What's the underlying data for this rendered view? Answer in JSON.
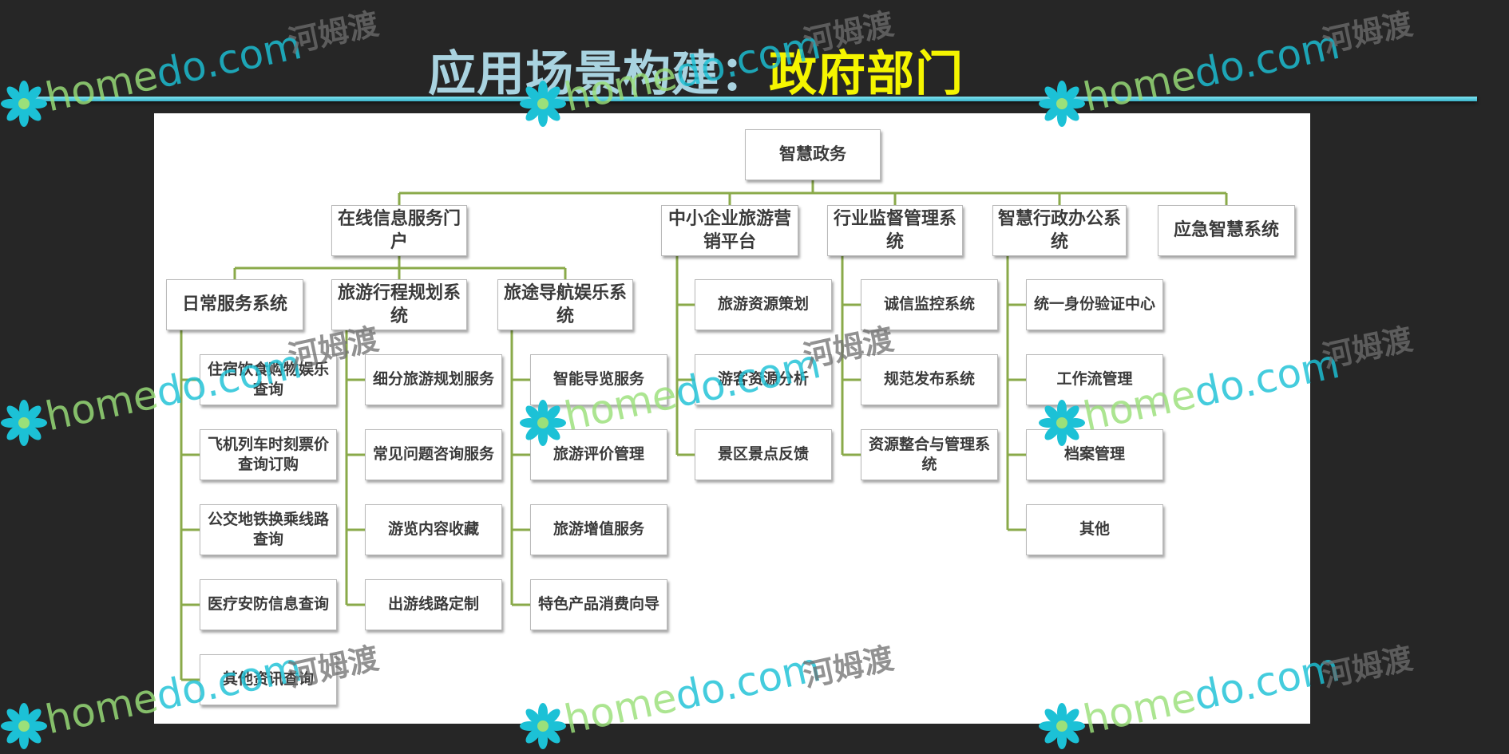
{
  "slide": {
    "title_prefix": "应用场景构建：",
    "title_highlight": "政府部门"
  },
  "colors": {
    "background": "#262626",
    "title_prefix": "#a9d3e0",
    "title_highlight": "#f5f500",
    "connector": "#8aaa4a",
    "node_border": "#b9b9b9"
  },
  "diagram": {
    "root": "智慧政务",
    "branches": [
      {
        "label": "在线信息服务门户",
        "children": [
          {
            "label": "日常服务系统",
            "children": [
              "住宿饮食购物娱乐查询",
              "飞机列车时刻票价查询订购",
              "公交地铁换乘线路查询",
              "医疗安防信息查询",
              "其他资讯查询"
            ]
          },
          {
            "label": "旅游行程规划系统",
            "children": [
              "细分旅游规划服务",
              "常见问题咨询服务",
              "游览内容收藏",
              "出游线路定制"
            ]
          },
          {
            "label": "旅途导航娱乐系统",
            "children": [
              "智能导览服务",
              "旅游评价管理",
              "旅游增值服务",
              "特色产品消费向导"
            ]
          }
        ]
      },
      {
        "label": "中小企业旅游营销平台",
        "children": [
          "旅游资源策划",
          "游客资源分析",
          "景区景点反馈"
        ]
      },
      {
        "label": "行业监督管理系统",
        "children": [
          "诚信监控系统",
          "规范发布系统",
          "资源整合与管理系统"
        ]
      },
      {
        "label": "智慧行政办公系统",
        "children": [
          "统一身份验证中心",
          "工作流管理",
          "档案管理",
          "其他"
        ]
      },
      {
        "label": "应急智慧系统",
        "children": []
      }
    ]
  },
  "watermark": {
    "brand_a": "home",
    "brand_b": "do.com",
    "cn": "河姆渡"
  }
}
